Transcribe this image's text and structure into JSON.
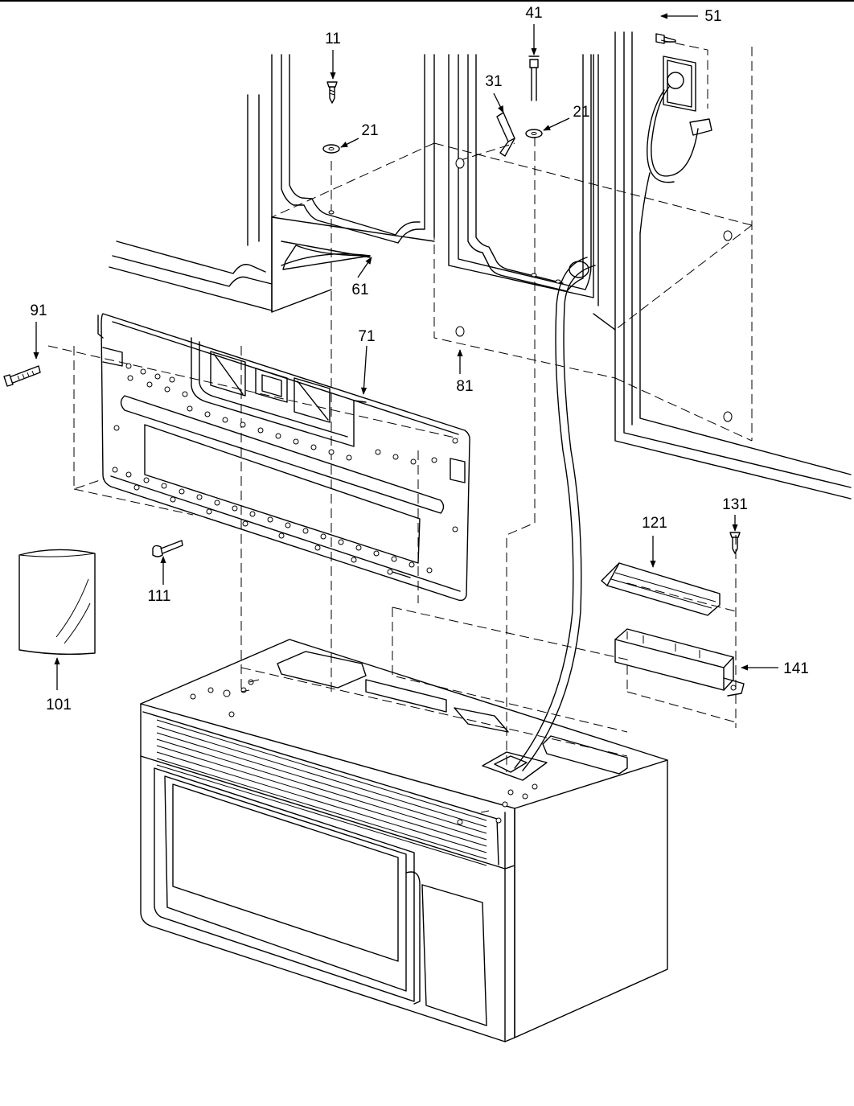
{
  "callouts": [
    {
      "id": "c11",
      "number": "11"
    },
    {
      "id": "c21a",
      "number": "21"
    },
    {
      "id": "c31",
      "number": "31"
    },
    {
      "id": "c41",
      "number": "41"
    },
    {
      "id": "c21b",
      "number": "21"
    },
    {
      "id": "c51",
      "number": "51"
    },
    {
      "id": "c61",
      "number": "61"
    },
    {
      "id": "c71",
      "number": "71"
    },
    {
      "id": "c81",
      "number": "81"
    },
    {
      "id": "c91",
      "number": "91"
    },
    {
      "id": "c101",
      "number": "101"
    },
    {
      "id": "c111",
      "number": "111"
    },
    {
      "id": "c121",
      "number": "121"
    },
    {
      "id": "c131",
      "number": "131"
    },
    {
      "id": "c141",
      "number": "141"
    }
  ]
}
